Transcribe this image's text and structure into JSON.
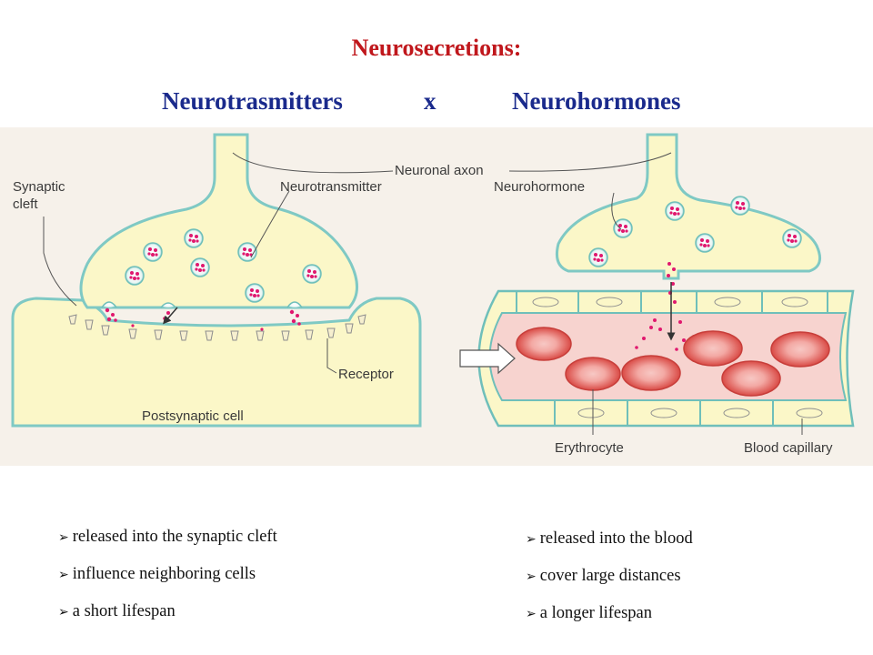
{
  "title": "Neurosecretions:",
  "subtitle": {
    "left": "Neurotrasmitters",
    "mid": "x",
    "right": "Neurohormones"
  },
  "labels": {
    "neuronal_axon": "Neuronal axon",
    "synaptic_cleft_1": "Synaptic",
    "synaptic_cleft_2": "cleft",
    "neurotransmitter": "Neurotransmitter",
    "neurohormone": "Neurohormone",
    "receptor": "Receptor",
    "postsynaptic_cell": "Postsynaptic cell",
    "erythrocyte": "Erythrocyte",
    "blood_capillary": "Blood capillary"
  },
  "left_bullets": [
    "released into the synaptic cleft",
    "influence neighboring cells",
    "a short lifespan"
  ],
  "right_bullets": [
    "released into the blood",
    "cover large distances",
    "a longer lifespan"
  ],
  "bullet_icon": "arrowhead-bullet-icon",
  "colors": {
    "title": "#c0171c",
    "subtitle": "#1a2a8c",
    "cell_fill": "#fbf7c8",
    "vesicle_dot": "#e0186e",
    "erythrocyte": "#e35a55",
    "blood": "#f7d3cf"
  }
}
